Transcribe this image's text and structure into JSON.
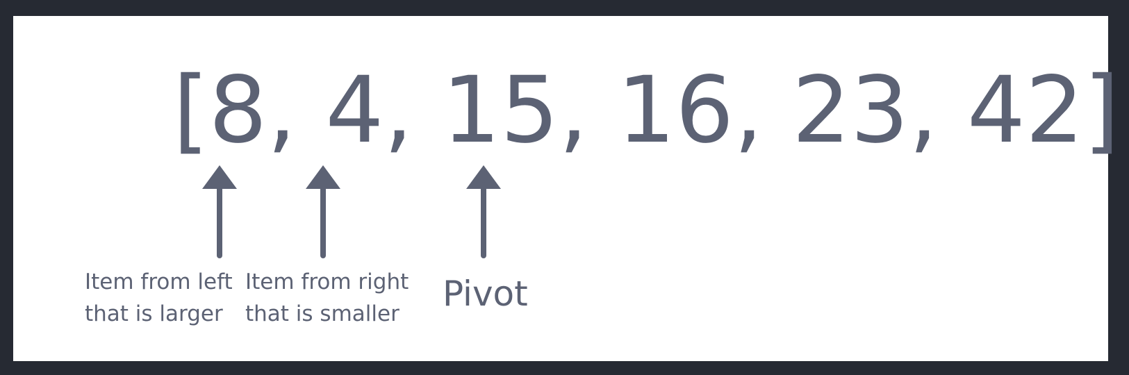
{
  "array_text": "[8, 4, 15, 16, 23, 42]",
  "labels": {
    "left_line1": "Item from left",
    "left_line2": "that is larger",
    "right_line1": "Item from right",
    "right_line2": "that is smaller",
    "pivot": "Pivot"
  },
  "colors": {
    "background_frame": "#262a33",
    "canvas": "#ffffff",
    "ink": "#5c6274"
  }
}
